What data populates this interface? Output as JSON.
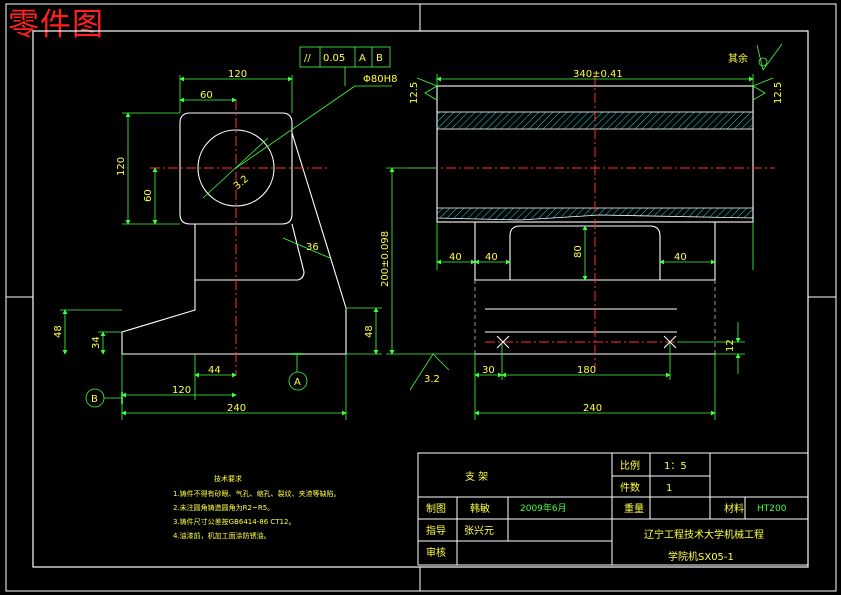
{
  "header": {
    "title": "零件图"
  },
  "tolerance_frame": {
    "symbol": "//",
    "value": "0.05",
    "datum_a": "A",
    "datum_b": "B"
  },
  "front_view": {
    "bore": "Φ80H8",
    "dims": {
      "top_width": "120",
      "half_width": "60",
      "total_height": "120",
      "center_height": "60",
      "rib_angle": "36",
      "flange_48": "48",
      "flange_34": "34",
      "right_48": "48",
      "base_120": "120",
      "base_44": "44",
      "base_240": "240"
    },
    "roughness_bore": "3.2",
    "datum_a": "A",
    "datum_b": "B"
  },
  "side_view": {
    "dims": {
      "length": "340±0.41",
      "left_rough": "12.5",
      "right_rough": "12.5",
      "height": "200±0.098",
      "d40_1": "40",
      "d40_2": "40",
      "d40_3": "40",
      "d80": "80",
      "d30": "30",
      "d180": "180",
      "d240": "240",
      "d12": "12"
    },
    "roughness_base": "3.2",
    "other_roughness": "其余"
  },
  "tech_notes": {
    "heading": "技术要求",
    "items": [
      "1.铸件不得有砂眼、气孔、缩孔、裂纹、夹渣等缺陷。",
      "2.未注圆角铸造圆角为R2~R5。",
      "3.铸件尺寸公差按GB6414-86 CT12。",
      "4.油漆前，机加工面涂防锈油。"
    ]
  },
  "title_block": {
    "part_name": "支 架",
    "scale_label": "比例",
    "scale_value": "1：5",
    "count_label": "件数",
    "count_value": "1",
    "drawn_label": "制图",
    "drawn_name": "韩敏",
    "drawn_date": "2009年6月",
    "weight_label": "重量",
    "material_label": "材料",
    "material_value": "HT200",
    "checked_label": "指导",
    "checked_name": "张兴元",
    "review_label": "审核",
    "school_line1": "辽宁工程技术大学机械工程",
    "school_line2": "学院机SX05-1"
  }
}
